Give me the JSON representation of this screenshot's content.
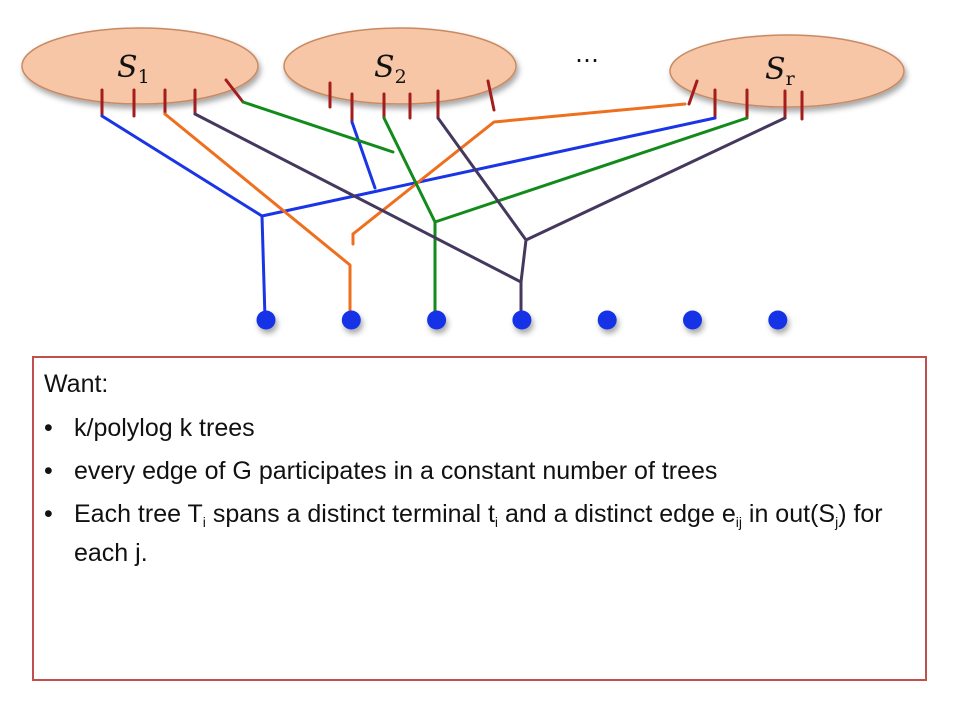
{
  "sets": [
    {
      "base": "S",
      "sub": "1"
    },
    {
      "base": "S",
      "sub": "2"
    },
    {
      "base": "S",
      "sub": "r"
    }
  ],
  "ellipsis": "⋯",
  "colors": {
    "set_fill": "#f6c6a6",
    "set_stroke": "#c98a63",
    "stub": "#a41c1c",
    "blue": "#1a35e6",
    "orange": "#ee6f1d",
    "green": "#138a1c",
    "purple": "#45385e",
    "terminal": "#1733e6",
    "box_border": "#c0504d"
  },
  "terminals_count": 7,
  "box": {
    "title": "Want:",
    "bullet_char": "•",
    "items": [
      {
        "segments": [
          "k/polylog k trees"
        ]
      },
      {
        "segments": [
          "every edge of G participates in a constant number of trees"
        ]
      },
      {
        "segments": [
          "Each tree T",
          "i",
          " spans a distinct terminal t",
          "i",
          " and a distinct edge e",
          "ij",
          " in out(S",
          "j",
          ") for each j."
        ]
      }
    ]
  }
}
